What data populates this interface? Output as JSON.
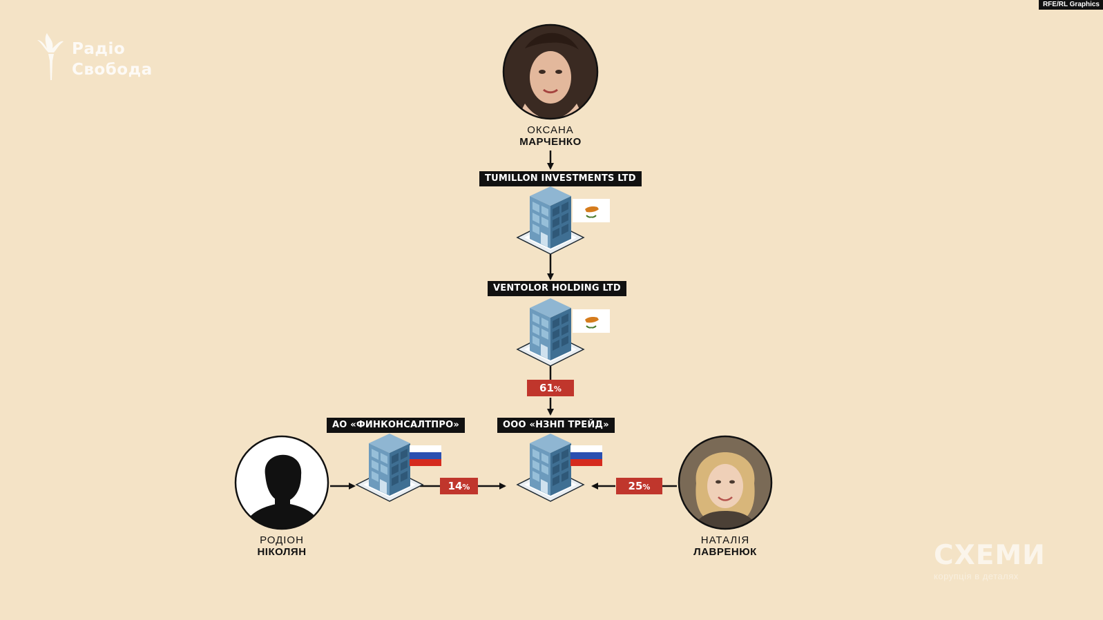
{
  "credit": "RFE/RL Graphics",
  "logo_left": {
    "line1": "Радіо",
    "line2": "Свобода"
  },
  "logo_right": {
    "title": "СХЕМИ",
    "subtitle": "корупція в деталях"
  },
  "people": {
    "top": {
      "first": "ОКСАНА",
      "last": "МАРЧЕНКО"
    },
    "left": {
      "first": "РОДІОН",
      "last": "НІКОЛЯН"
    },
    "right": {
      "first": "НАТАЛІЯ",
      "last": "ЛАВРЕНЮК"
    }
  },
  "companies": {
    "tumillon": {
      "name": "TUMILLON INVESTMENTS LTD",
      "flag": "cyprus"
    },
    "ventolor": {
      "name": "VENTOLOR HOLDING LTD",
      "flag": "cyprus"
    },
    "finconsult": {
      "name": "АО «ФИНКОНСАЛТПРО»",
      "flag": "russia"
    },
    "nznp": {
      "name": "ООО «НЗНП ТРЕЙД»",
      "flag": "russia"
    }
  },
  "shares": {
    "ventolor_to_nznp": {
      "num": "61",
      "sym": "%"
    },
    "finconsult_to_nznp": {
      "num": "14",
      "sym": "%"
    },
    "lavreniuk_to_nznp": {
      "num": "25",
      "sym": "%"
    }
  },
  "colors": {
    "background": "#f4e3c6",
    "label_bg": "#111111",
    "percent_bg": "#c0362c",
    "building": "#5b8fb3"
  }
}
